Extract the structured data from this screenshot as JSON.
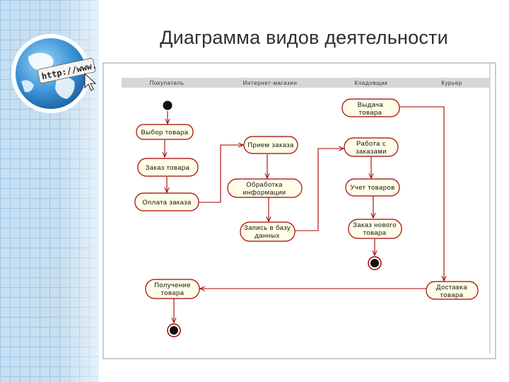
{
  "slide": {
    "title": "Диаграмма видов деятельности"
  },
  "globe": {
    "url_text": "http://www."
  },
  "colors": {
    "activity_stroke": "#a40000",
    "activity_fill": "#ffffe8",
    "header_bar": "#d6d6d6"
  },
  "lanes": [
    "Покупатель",
    "Интернет-магазин",
    "Кладовщик",
    "Курьер"
  ],
  "activities": {
    "vybor": [
      "Выбор товара"
    ],
    "zakaz": [
      "Заказ товара"
    ],
    "oplata": [
      "Оплата заказа"
    ],
    "poluchenie": [
      "Получение",
      "товара"
    ],
    "priem": [
      "Прием заказа"
    ],
    "obrabotka": [
      "Обработка",
      "информации"
    ],
    "zapis": [
      "Запись в базу",
      "данных"
    ],
    "vydacha": [
      "Выдача",
      "товара"
    ],
    "rabota": [
      "Работа с",
      "заказами"
    ],
    "uchet": [
      "Учет товаров"
    ],
    "zakaz_novogo": [
      "Заказ нового",
      "товара"
    ],
    "dostavka": [
      "Доставка",
      "товара"
    ]
  }
}
